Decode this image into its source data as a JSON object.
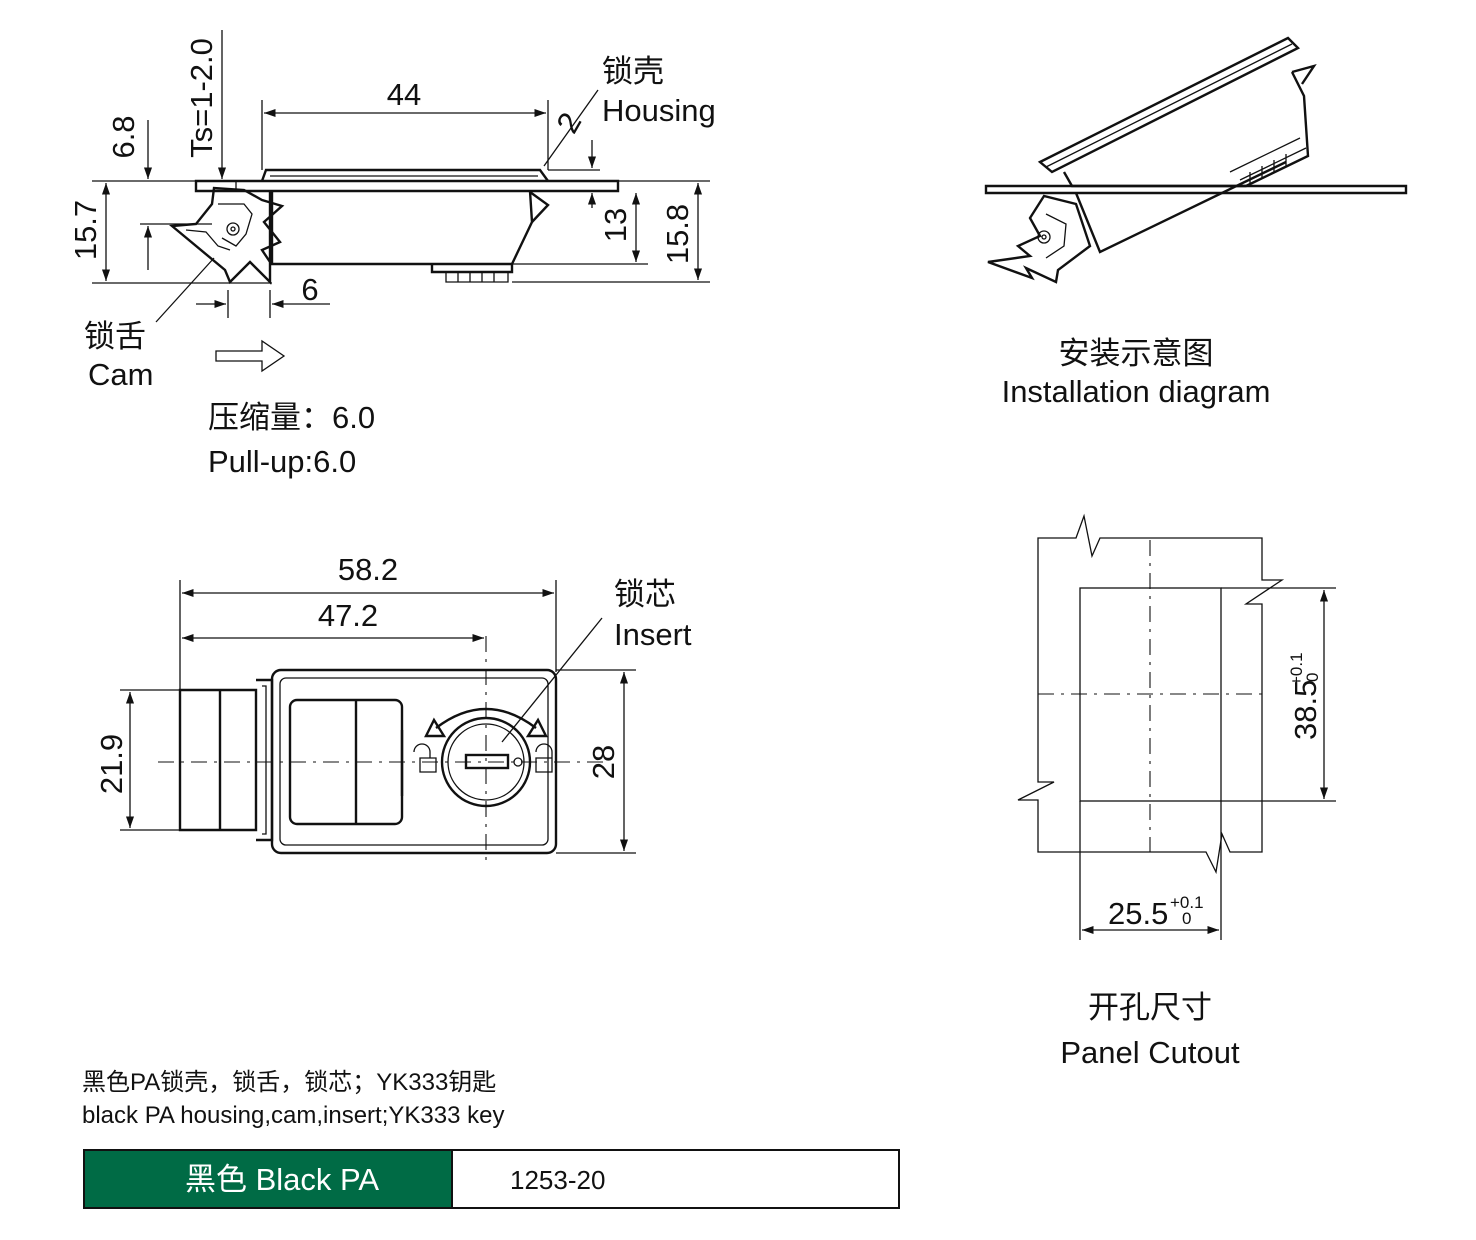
{
  "side_view": {
    "dim_ts": "Ts=1-2.0",
    "dim_width": "44",
    "dim_top": "6.8",
    "dim_total": "15.7",
    "dim_gap": "2",
    "dim_13": "13",
    "dim_15_8": "15.8",
    "dim_travel": "6",
    "housing_cn": "锁壳",
    "housing_en": "Housing",
    "cam_cn": "锁舌",
    "cam_en": "Cam",
    "pullup_cn": "压缩量：6.0",
    "pullup_en": "Pull-up:6.0"
  },
  "install": {
    "title_cn": "安装示意图",
    "title_en": "Installation diagram"
  },
  "front_view": {
    "dim_58_2": "58.2",
    "dim_47_2": "47.2",
    "dim_21_9": "21.9",
    "dim_28": "28",
    "insert_cn": "锁芯",
    "insert_en": "Insert"
  },
  "cutout": {
    "height_value": "38.5",
    "height_tol_plus": "+0.1",
    "height_tol_minus": "0",
    "width_value": "25.5",
    "width_tol_plus": "+0.1",
    "width_tol_minus": "0",
    "title_cn": "开孔尺寸",
    "title_en": "Panel Cutout"
  },
  "notes": {
    "line_cn": "黑色PA锁壳，锁舌，锁芯；YK333钥匙",
    "line_en": "black PA housing,cam,insert;YK333 key"
  },
  "spec_table": {
    "material": "黑色 Black PA",
    "part_no": "1253-20",
    "material_bg": "#006b45"
  }
}
